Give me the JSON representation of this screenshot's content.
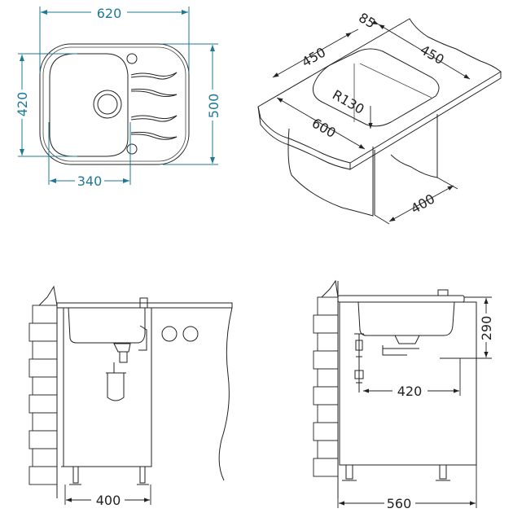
{
  "colors": {
    "dimension_blue": "#1f7896",
    "line": "#222222"
  },
  "top_view": {
    "width": "620",
    "bowl_height": "420",
    "height": "500",
    "bowl_width": "340"
  },
  "iso_view": {
    "offset": "85",
    "bowl_length": "450",
    "bowl_width": "450",
    "radius": "R130",
    "cabinet_width": "600",
    "cabinet_depth": "400"
  },
  "side_view": {
    "cabinet_width": "400"
  },
  "front_view": {
    "bowl_depth": "290",
    "drain_offset": "420",
    "cabinet_width": "560"
  }
}
